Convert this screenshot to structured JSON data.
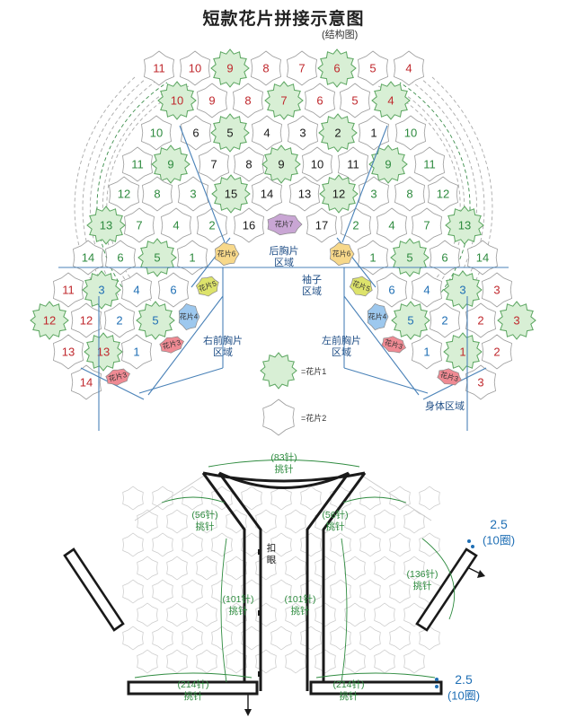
{
  "header": {
    "title": "短款花片拼接示意图",
    "subtitle": "(结构图)"
  },
  "colors": {
    "red": "#c0282d",
    "green": "#2e8b3f",
    "blue": "#1f6fb5",
    "black": "#1a1a1a",
    "motif1_fill": "#d8efd5",
    "motif1_stroke": "#5aa55f",
    "motif2_fill": "#ffffff",
    "motif2_stroke": "#9a9a9a",
    "motif3_fill": "#ef8a93",
    "motif4_fill": "#9dc8ee",
    "motif5_fill": "#dde36b",
    "motif6_fill": "#f7d88a",
    "motif7_fill": "#c9a6d4",
    "region_line": "#4a82b8"
  },
  "top_diagram": {
    "rows": [
      {
        "cells": [
          {
            "n": "11",
            "c": "red",
            "m": 0
          },
          {
            "n": "10",
            "c": "red",
            "m": 0
          },
          {
            "n": "9",
            "c": "red",
            "m": 1
          },
          {
            "n": "8",
            "c": "red",
            "m": 0
          },
          {
            "n": "7",
            "c": "red",
            "m": 0
          },
          {
            "n": "6",
            "c": "red",
            "m": 1
          },
          {
            "n": "5",
            "c": "red",
            "m": 0
          },
          {
            "n": "4",
            "c": "red",
            "m": 0
          }
        ]
      },
      {
        "cells": [
          {
            "n": "10",
            "c": "red",
            "m": 1
          },
          {
            "n": "9",
            "c": "red",
            "m": 0
          },
          {
            "n": "8",
            "c": "red",
            "m": 0
          },
          {
            "n": "7",
            "c": "red",
            "m": 1
          },
          {
            "n": "6",
            "c": "red",
            "m": 0
          },
          {
            "n": "5",
            "c": "red",
            "m": 0
          },
          {
            "n": "4",
            "c": "red",
            "m": 1
          }
        ]
      },
      {
        "cells": [
          {
            "n": "10",
            "c": "green",
            "m": 0
          },
          {
            "n": "6",
            "c": "black",
            "m": 0
          },
          {
            "n": "5",
            "c": "black",
            "m": 1
          },
          {
            "n": "4",
            "c": "black",
            "m": 0
          },
          {
            "n": "3",
            "c": "black",
            "m": 0
          },
          {
            "n": "2",
            "c": "black",
            "m": 1
          },
          {
            "n": "1",
            "c": "black",
            "m": 0
          },
          {
            "n": "10",
            "c": "green",
            "m": 0
          }
        ]
      },
      {
        "cells": [
          {
            "n": "11",
            "c": "green",
            "m": 0
          },
          {
            "n": "9",
            "c": "green",
            "m": 1
          },
          {
            "n": "7",
            "c": "black",
            "m": 0
          },
          {
            "n": "8",
            "c": "black",
            "m": 0
          },
          {
            "n": "9",
            "c": "black",
            "m": 1
          },
          {
            "n": "10",
            "c": "black",
            "m": 0
          },
          {
            "n": "11",
            "c": "black",
            "m": 0
          },
          {
            "n": "9",
            "c": "green",
            "m": 1
          },
          {
            "n": "11",
            "c": "green",
            "m": 0
          }
        ]
      },
      {
        "cells": [
          {
            "n": "12",
            "c": "green",
            "m": 0
          },
          {
            "n": "8",
            "c": "green",
            "m": 0
          },
          {
            "n": "3",
            "c": "green",
            "m": 0
          },
          {
            "n": "15",
            "c": "black",
            "m": 1
          },
          {
            "n": "14",
            "c": "black",
            "m": 0
          },
          {
            "n": "13",
            "c": "black",
            "m": 0
          },
          {
            "n": "12",
            "c": "black",
            "m": 1
          },
          {
            "n": "3",
            "c": "green",
            "m": 0
          },
          {
            "n": "8",
            "c": "green",
            "m": 0
          },
          {
            "n": "12",
            "c": "green",
            "m": 0
          }
        ]
      },
      {
        "cells": [
          {
            "n": "13",
            "c": "green",
            "m": 1
          },
          {
            "n": "7",
            "c": "green",
            "m": 0
          },
          {
            "n": "4",
            "c": "green",
            "m": 0
          },
          {
            "n": "2",
            "c": "green",
            "m": 0
          },
          {
            "n": "16",
            "c": "black",
            "m": 0
          },
          {
            "n": "17",
            "c": "black",
            "m": 0
          },
          {
            "n": "2",
            "c": "green",
            "m": 0
          },
          {
            "n": "4",
            "c": "green",
            "m": 0
          },
          {
            "n": "7",
            "c": "green",
            "m": 0
          },
          {
            "n": "13",
            "c": "green",
            "m": 1
          }
        ]
      },
      {
        "cells": [
          {
            "n": "14",
            "c": "green",
            "m": 0
          },
          {
            "n": "6",
            "c": "green",
            "m": 0
          },
          {
            "n": "5",
            "c": "green",
            "m": 1
          },
          {
            "n": "1",
            "c": "green",
            "m": 0
          },
          {
            "n": "1",
            "c": "green",
            "m": 0
          },
          {
            "n": "5",
            "c": "green",
            "m": 1
          },
          {
            "n": "6",
            "c": "green",
            "m": 0
          },
          {
            "n": "14",
            "c": "green",
            "m": 0
          }
        ]
      },
      {
        "cells": [
          {
            "n": "11",
            "c": "red",
            "m": 0
          },
          {
            "n": "3",
            "c": "blue",
            "m": 1
          },
          {
            "n": "4",
            "c": "blue",
            "m": 0
          },
          {
            "n": "6",
            "c": "blue",
            "m": 0
          },
          {
            "n": "6",
            "c": "blue",
            "m": 0
          },
          {
            "n": "4",
            "c": "blue",
            "m": 0
          },
          {
            "n": "3",
            "c": "blue",
            "m": 1
          },
          {
            "n": "3",
            "c": "red",
            "m": 0
          }
        ]
      },
      {
        "cells": [
          {
            "n": "12",
            "c": "red",
            "m": 1
          },
          {
            "n": "12",
            "c": "red",
            "m": 0
          },
          {
            "n": "2",
            "c": "blue",
            "m": 0
          },
          {
            "n": "5",
            "c": "blue",
            "m": 1
          },
          {
            "n": "5",
            "c": "blue",
            "m": 1
          },
          {
            "n": "2",
            "c": "blue",
            "m": 0
          },
          {
            "n": "2",
            "c": "red",
            "m": 0
          },
          {
            "n": "3",
            "c": "red",
            "m": 1
          }
        ]
      },
      {
        "cells": [
          {
            "n": "13",
            "c": "red",
            "m": 0
          },
          {
            "n": "13",
            "c": "red",
            "m": 1
          },
          {
            "n": "1",
            "c": "blue",
            "m": 0
          },
          {
            "n": "1",
            "c": "blue",
            "m": 0
          },
          {
            "n": "1",
            "c": "red",
            "m": 1
          },
          {
            "n": "2",
            "c": "red",
            "m": 0
          }
        ]
      },
      {
        "cells": [
          {
            "n": "14",
            "c": "red",
            "m": 0
          },
          {
            "n": "3",
            "c": "red",
            "m": 0
          }
        ]
      }
    ],
    "motif_labels": {
      "m3": "花片3",
      "m4": "花片4",
      "m5": "花片5",
      "m6": "花片6",
      "m7": "花片7"
    },
    "regions": {
      "back_chest": "后胸片\n区域",
      "sleeve": "袖子\n区域",
      "right_front": "右前胸片\n区域",
      "left_front": "左前胸片\n区域",
      "body": "身体区域"
    },
    "legend": [
      {
        "label": "=花片1",
        "kind": "motif1"
      },
      {
        "label": "=花片2",
        "kind": "motif2"
      }
    ]
  },
  "bottom_diagram": {
    "labels": [
      {
        "id": "neck",
        "text": "(83针)\n挑针",
        "color": "green"
      },
      {
        "id": "shoulder-left",
        "text": "(56针)\n挑针",
        "color": "green"
      },
      {
        "id": "shoulder-right",
        "text": "(56针)\n挑针",
        "color": "green"
      },
      {
        "id": "front-left",
        "text": "(101针)\n挑针",
        "color": "green"
      },
      {
        "id": "front-right",
        "text": "(101针)\n挑针",
        "color": "green"
      },
      {
        "id": "sleeve-right",
        "text": "(136针)\n挑针",
        "color": "green"
      },
      {
        "id": "hem-left",
        "text": "(214针)\n挑针",
        "color": "green"
      },
      {
        "id": "hem-right",
        "text": "(214针)\n挑针",
        "color": "green"
      },
      {
        "id": "buttonhole",
        "text": "扣\n眼",
        "color": "black"
      }
    ],
    "rounds": [
      {
        "value": "2.5",
        "unit": "(10圈)",
        "color": "blue",
        "which": "sleeve"
      },
      {
        "value": "2.5",
        "unit": "(10圈)",
        "color": "blue",
        "which": "hem"
      }
    ]
  }
}
